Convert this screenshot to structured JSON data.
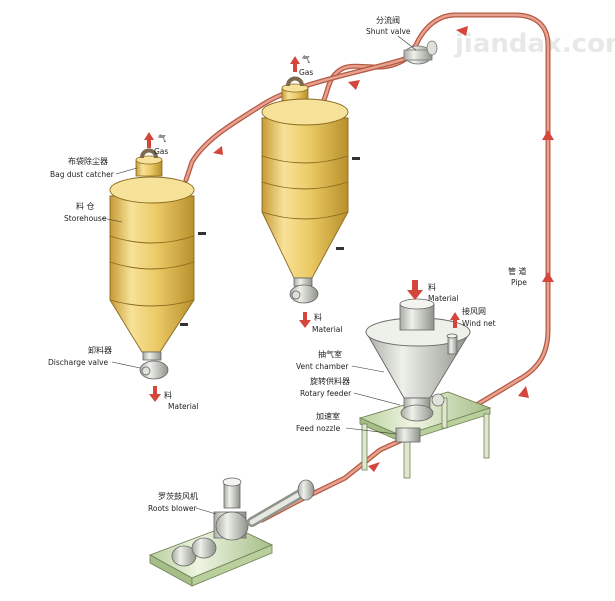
{
  "watermark": "jiandax.com",
  "colors": {
    "pipe": "#d9826b",
    "pipe_dark": "#b45a45",
    "silo_light": "#f4dc86",
    "silo_mid": "#e2bd52",
    "silo_dark": "#b8902c",
    "arrow": "#d2463c",
    "frame_green": "#cfe0b5",
    "machine_grey": "#c9ccc4"
  },
  "icons": [
    "arrow-up-icon",
    "arrow-down-icon",
    "flow-arrow-icon"
  ],
  "labels": {
    "shunt_valve": {
      "cn": "分流阀",
      "en": "Shunt valve"
    },
    "gas_right": {
      "cn": "气",
      "en": "Gas"
    },
    "gas_left": {
      "cn": "气",
      "en": "Gas"
    },
    "bag_dust_catcher": {
      "cn": "布袋除尘器",
      "en": "Bag dust catcher"
    },
    "storehouse": {
      "cn": "料 仓",
      "en": "Storehouse"
    },
    "discharge_valve": {
      "cn": "卸料器",
      "en": "Discharge valve"
    },
    "material_left": {
      "cn": "料",
      "en": "Material"
    },
    "material_mid": {
      "cn": "料",
      "en": "Material"
    },
    "material_top": {
      "cn": "料",
      "en": "Material"
    },
    "pipe": {
      "cn": "管 道",
      "en": "Pipe"
    },
    "wind_net": {
      "cn": "接风网",
      "en": "Wind net"
    },
    "vent_chamber": {
      "cn": "抽气室",
      "en": "Vent chamber"
    },
    "rotary_feeder": {
      "cn": "旋转供料器",
      "en": "Rotary feeder"
    },
    "feed_nozzle": {
      "cn": "加速室",
      "en": "Feed nozzle"
    },
    "roots_blower": {
      "cn": "罗茨鼓风机",
      "en": "Roots blower"
    }
  }
}
